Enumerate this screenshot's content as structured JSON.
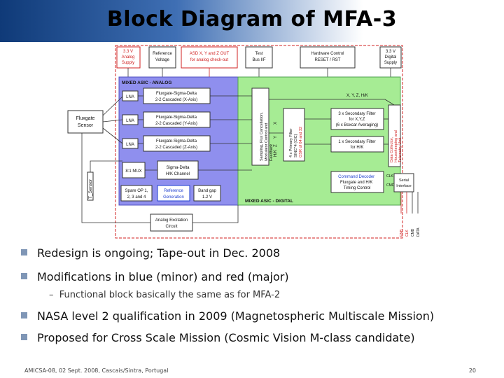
{
  "slide": {
    "title": "Block Diagram of MFA-3",
    "footer": "AMICSA-08, 02 Sept. 2008, Cascais/Sintra, Portugal",
    "page_number": "20"
  },
  "diagram": {
    "top_blocks": [
      [
        "3.3 V",
        "Analog",
        "Supply"
      ],
      [
        "Reference",
        "Voltage"
      ],
      [
        "ASD X, Y and Z OUT",
        "for analog check-out"
      ],
      [
        "Test",
        "Bus I/F"
      ],
      [
        "Hardware Control",
        "RESET / RST"
      ],
      [
        "3.3 V",
        "Digital",
        "Supply"
      ]
    ],
    "analog_label": "MIXED ASIC - ANALOG",
    "digital_label": "MIXED ASIC - DIGITAL",
    "lna": "LNA",
    "fluxgate_sensor": [
      "Fluxgate",
      "Sensor"
    ],
    "t_sensor": "T_Sensor",
    "converters": [
      [
        "Fluxgate-Sigma-Delta",
        "2-2 Cascaded (X-Axis)"
      ],
      [
        "Fluxgate-Sigma-Delta",
        "2-2 Cascaded (Y-Axis)"
      ],
      [
        "Fluxgate-Sigma-Delta",
        "2-2 Cascaded (Z-Axis)"
      ]
    ],
    "mux": "8:1 MUX",
    "sigma_delta_hk": [
      "Sigma-Delta",
      "H/K Channel"
    ],
    "spare_op": [
      "Spare OP 1,",
      "2, 3 and 4"
    ],
    "reference_generation": [
      "Reference",
      "Generation"
    ],
    "bandgap": [
      "Band gap",
      "1.2 V"
    ],
    "sampling_block": [
      "Sampling, Flux Cancellation,",
      "Modulator Control and",
      "Feedback"
    ],
    "primary_filter": [
      "4 x Primary Filter",
      "SINC^4 (CIC)",
      "OSR of 64 and 32"
    ],
    "xyz_hk": "X, Y, Z, H/K",
    "axis_labels": [
      "X",
      "Y",
      "Z",
      "H/K"
    ],
    "secondary_filter_xyz": [
      "3 x Secondary Filter",
      "for X,Y,Z",
      "(6 x Boxcar Averaging)"
    ],
    "secondary_filter_hk": [
      "1 x Secondary Filter",
      "for H/K"
    ],
    "data_collector": [
      "Data Collector,",
      "Housekeeping and",
      "Telemetry Unit"
    ],
    "command_decoder": [
      "Command Decoder",
      "Fluxgate and H/K",
      "Timing Control"
    ],
    "serial_interface": [
      "Serial",
      "Interface"
    ],
    "clk": "CLK",
    "cmd": "CMD",
    "analog_excitation": [
      "Analog Excitation",
      "Circuit"
    ],
    "serial_signals": [
      "ENB",
      "CLK",
      "CMD",
      "DATA"
    ]
  },
  "bullets": [
    "Redesign is ongoing; Tape-out in Dec. 2008",
    "Modifications in blue (minor) and red (major)",
    "NASA level 2 qualification in 2009 (Magnetospheric Multiscale Mission)",
    "Proposed for Cross Scale Mission (Cosmic Vision M-class candidate)"
  ],
  "sub_bullet": "Functional block basically the same as for MFA-2",
  "colors": {
    "analog_region": "#8f8fee",
    "digital_region": "#a6ec94",
    "major_change": "#e02020",
    "minor_change": "#1f3fd0",
    "title_gradient_start": "#0f3a78",
    "bullet_marker": "#7f96b6"
  }
}
